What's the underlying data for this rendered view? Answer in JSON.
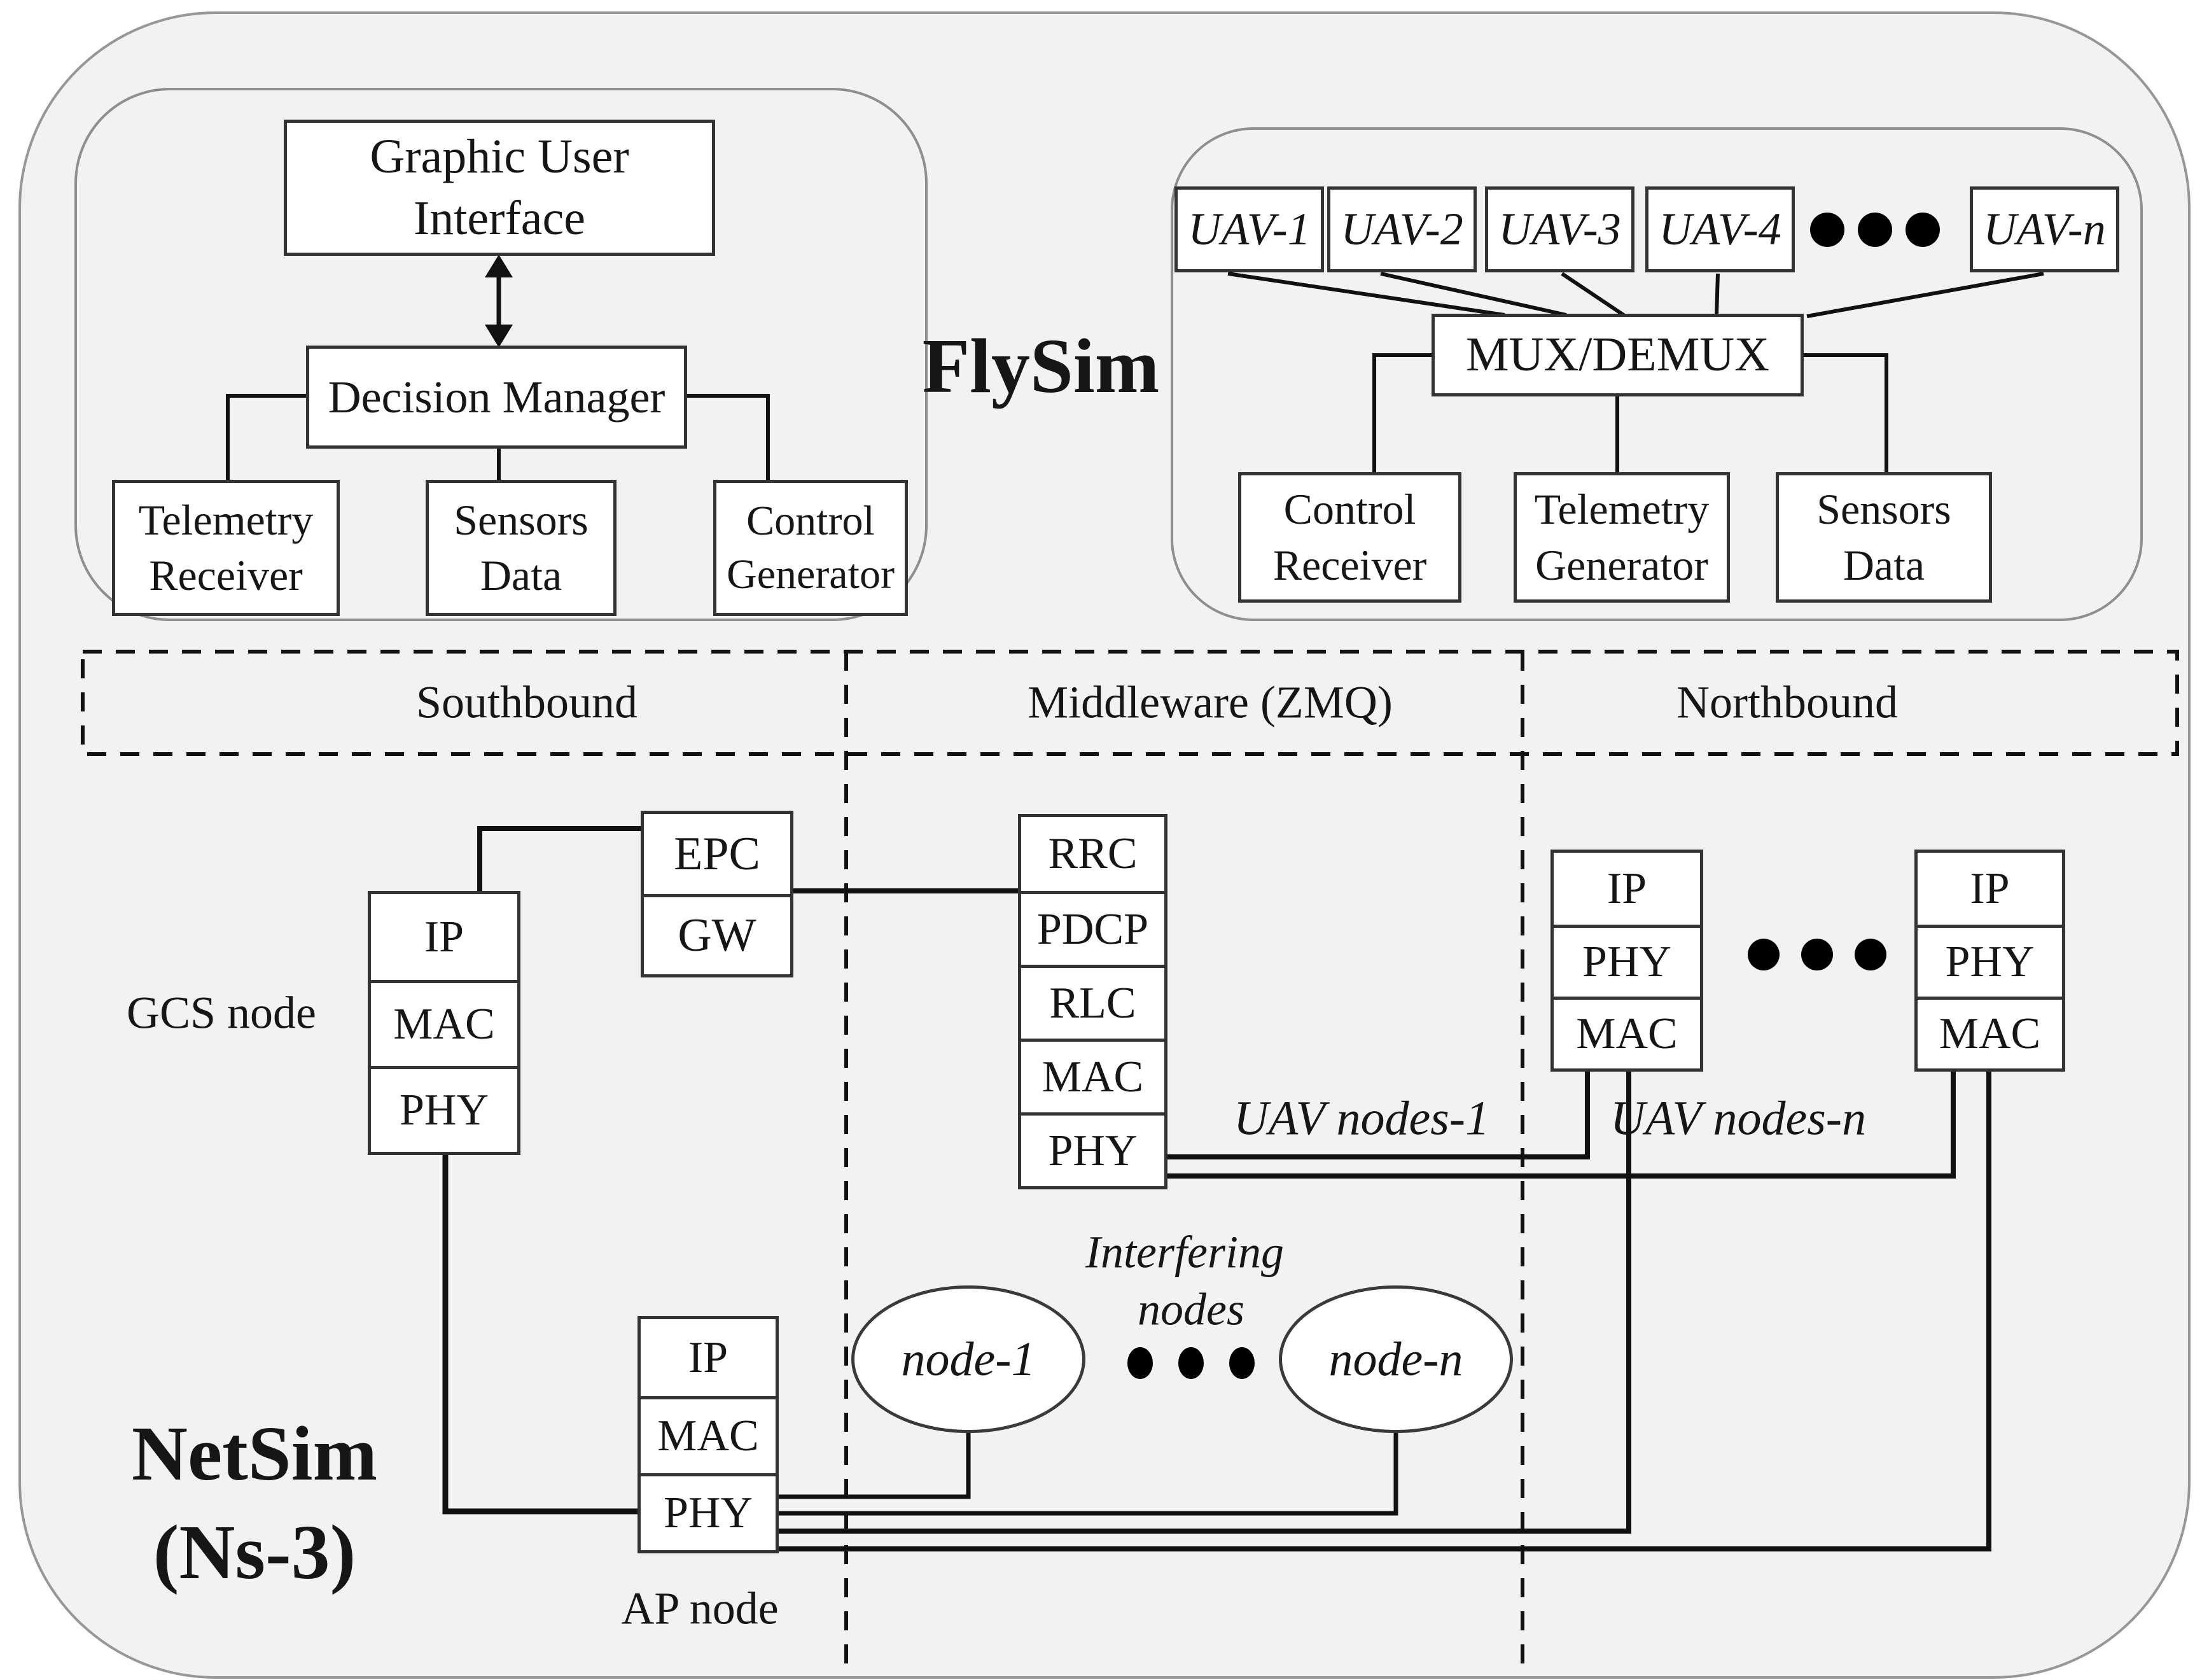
{
  "titles": {
    "flysim": "FlySim",
    "netsim_line1": "NetSim",
    "netsim_line2": "(Ns-3)"
  },
  "gui_module": {
    "gui": {
      "line1": "Graphic User",
      "line2": "Interface"
    },
    "decision_manager": "Decision Manager",
    "telemetry_receiver": {
      "line1": "Telemetry",
      "line2": "Receiver"
    },
    "sensors_data": {
      "line1": "Sensors",
      "line2": "Data"
    },
    "control_generator": {
      "line1": "Control",
      "line2": "Generator"
    }
  },
  "uav_module": {
    "uav_boxes": [
      "UAV-1",
      "UAV-2",
      "UAV-3",
      "UAV-4",
      "UAV-n"
    ],
    "mux": "MUX/DEMUX",
    "control_receiver": {
      "line1": "Control",
      "line2": "Receiver"
    },
    "telemetry_generator": {
      "line1": "Telemetry",
      "line2": "Generator"
    },
    "sensors_data": {
      "line1": "Sensors",
      "line2": "Data"
    }
  },
  "middleware_band": {
    "southbound": "Southbound",
    "middleware": "Middleware (ZMQ)",
    "northbound": "Northbound"
  },
  "network": {
    "gcs_label": "GCS node",
    "gcs_stack": [
      "IP",
      "MAC",
      "PHY"
    ],
    "epc_gw": [
      "EPC",
      "GW"
    ],
    "lte_stack": [
      "RRC",
      "PDCP",
      "RLC",
      "MAC",
      "PHY"
    ],
    "uav_stack_1": [
      "IP",
      "PHY",
      "MAC"
    ],
    "uav_stack_n": [
      "IP",
      "PHY",
      "MAC"
    ],
    "uav_nodes_1": "UAV nodes-1",
    "uav_nodes_n": "UAV nodes-n",
    "interfering": {
      "line1": "Interfering",
      "line2": "nodes"
    },
    "node_1": "node-1",
    "node_n": "node-n",
    "ap_label": "AP node"
  },
  "colors": {
    "background": "#f2f2f2",
    "line": "#111111",
    "box_border": "#333333",
    "module_border": "#8f8f8f"
  }
}
